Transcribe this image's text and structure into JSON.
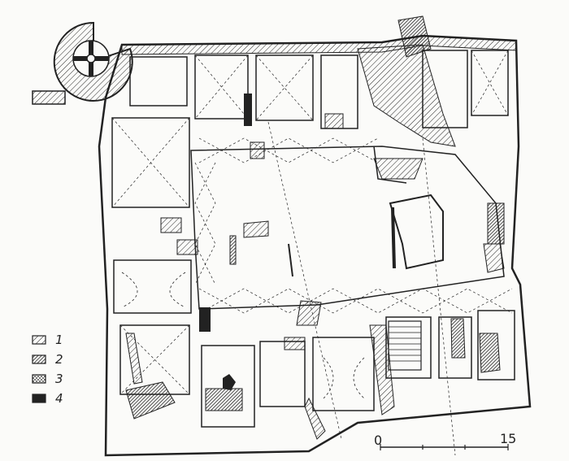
{
  "legend": [
    {
      "label": "1",
      "pattern": "hatch-fine"
    },
    {
      "label": "2",
      "pattern": "hatch-dense"
    },
    {
      "label": "3",
      "pattern": "dots"
    },
    {
      "label": "4",
      "pattern": "solid"
    }
  ],
  "scale": {
    "start": "0",
    "end": "15"
  },
  "colors": {
    "ink": "#222222",
    "paper": "#fbfbf9"
  }
}
